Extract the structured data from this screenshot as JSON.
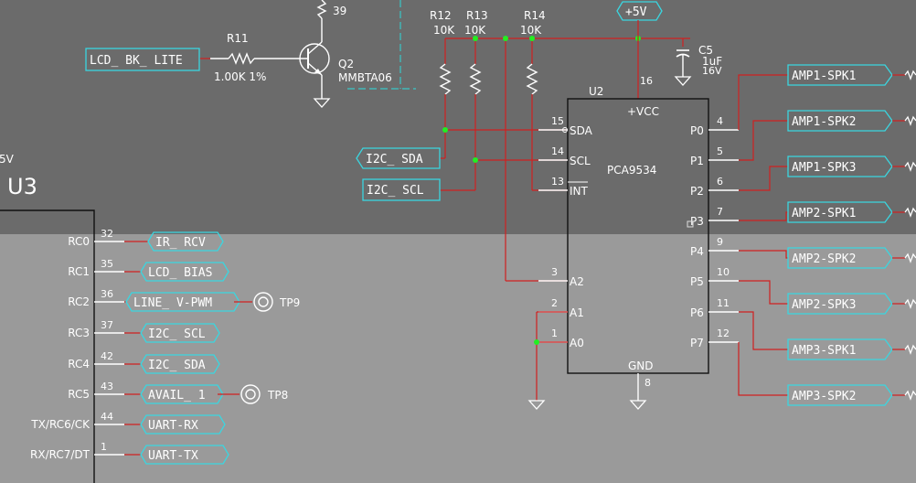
{
  "colors": {
    "top_bg": "#6b6b6b",
    "bottom_bg": "#9a9a9a",
    "wire": "#d02020",
    "component": "#ffffff",
    "net_label": "#3ad6e0",
    "junction": "#22ee22",
    "dashed": "#39c8c8"
  },
  "transistor": {
    "ref": "Q2",
    "part": "MMBTA06",
    "pin_top": "39",
    "base_label": "LCD_ BK_ LITE",
    "resistor": {
      "ref": "R11",
      "value": "1.00K 1%"
    }
  },
  "pullups": [
    {
      "ref": "R12",
      "value": "10K"
    },
    {
      "ref": "R13",
      "value": "10K"
    },
    {
      "ref": "R14",
      "value": "10K"
    }
  ],
  "power": {
    "label": "+5V"
  },
  "capacitor": {
    "ref": "C5",
    "value": "1uF",
    "voltage": "16V"
  },
  "ic": {
    "ref": "U2",
    "part": "PCA9534",
    "vcc": "+VCC",
    "gnd": "GND",
    "vcc_pin": "16",
    "gnd_pin": "8",
    "left_pins": [
      {
        "num": "15",
        "name": "SDA"
      },
      {
        "num": "14",
        "name": "SCL"
      },
      {
        "num": "13",
        "name": "INT"
      },
      {
        "num": "3",
        "name": "A2"
      },
      {
        "num": "2",
        "name": "A1"
      },
      {
        "num": "1",
        "name": "A0"
      }
    ],
    "right_pins": [
      {
        "num": "4",
        "name": "P0"
      },
      {
        "num": "5",
        "name": "P1"
      },
      {
        "num": "6",
        "name": "P2"
      },
      {
        "num": "7",
        "name": "P3"
      },
      {
        "num": "9",
        "name": "P4"
      },
      {
        "num": "10",
        "name": "P5"
      },
      {
        "num": "11",
        "name": "P6"
      },
      {
        "num": "12",
        "name": "P7"
      }
    ]
  },
  "i2c_labels": {
    "sda": "I2C_ SDA",
    "scl": "I2C_ SCL"
  },
  "amp_labels": [
    "AMP1-SPK1",
    "AMP1-SPK2",
    "AMP1-SPK3",
    "AMP2-SPK1",
    "AMP2-SPK2",
    "AMP2-SPK3",
    "AMP3-SPK1",
    "AMP3-SPK2"
  ],
  "mcu": {
    "ref": "U3",
    "top_fragment": "5V",
    "pins": [
      {
        "name": "RC0",
        "num": "32",
        "net": "IR_ RCV"
      },
      {
        "name": "RC1",
        "num": "35",
        "net": "LCD_ BIAS"
      },
      {
        "name": "RC2",
        "num": "36",
        "net": "LINE_ V-PWM"
      },
      {
        "name": "RC3",
        "num": "37",
        "net": "I2C_ SCL"
      },
      {
        "name": "RC4",
        "num": "42",
        "net": "I2C_ SDA"
      },
      {
        "name": "RC5",
        "num": "43",
        "net": "AVAIL_ 1"
      },
      {
        "name": "TX/RC6/CK",
        "num": "44",
        "net": "UART-RX"
      },
      {
        "name": "RX/RC7/DT",
        "num": "1",
        "net": "UART-TX"
      }
    ]
  },
  "testpoints": {
    "tp9": "TP9",
    "tp8": "TP8"
  }
}
